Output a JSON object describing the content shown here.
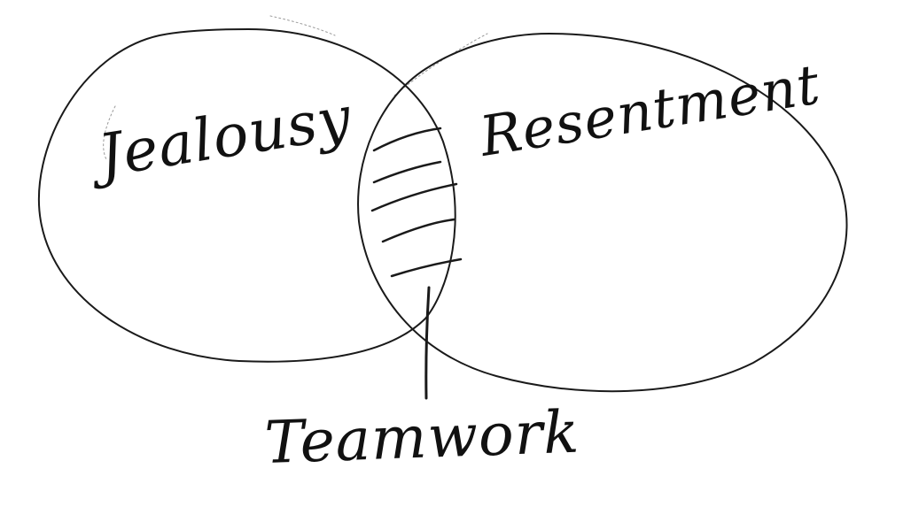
{
  "diagram": {
    "type": "venn",
    "style": "hand-drawn pencil sketch",
    "sets": [
      {
        "id": "left",
        "label": "Jealousy"
      },
      {
        "id": "right",
        "label": "Resentment"
      }
    ],
    "intersection": {
      "label": "Teamwork",
      "fill": "hatched",
      "hatch_lines": 5
    }
  },
  "colors": {
    "ink": "#1a1a1a",
    "faint_ink": "#9a9a9a",
    "background": "#ffffff"
  }
}
